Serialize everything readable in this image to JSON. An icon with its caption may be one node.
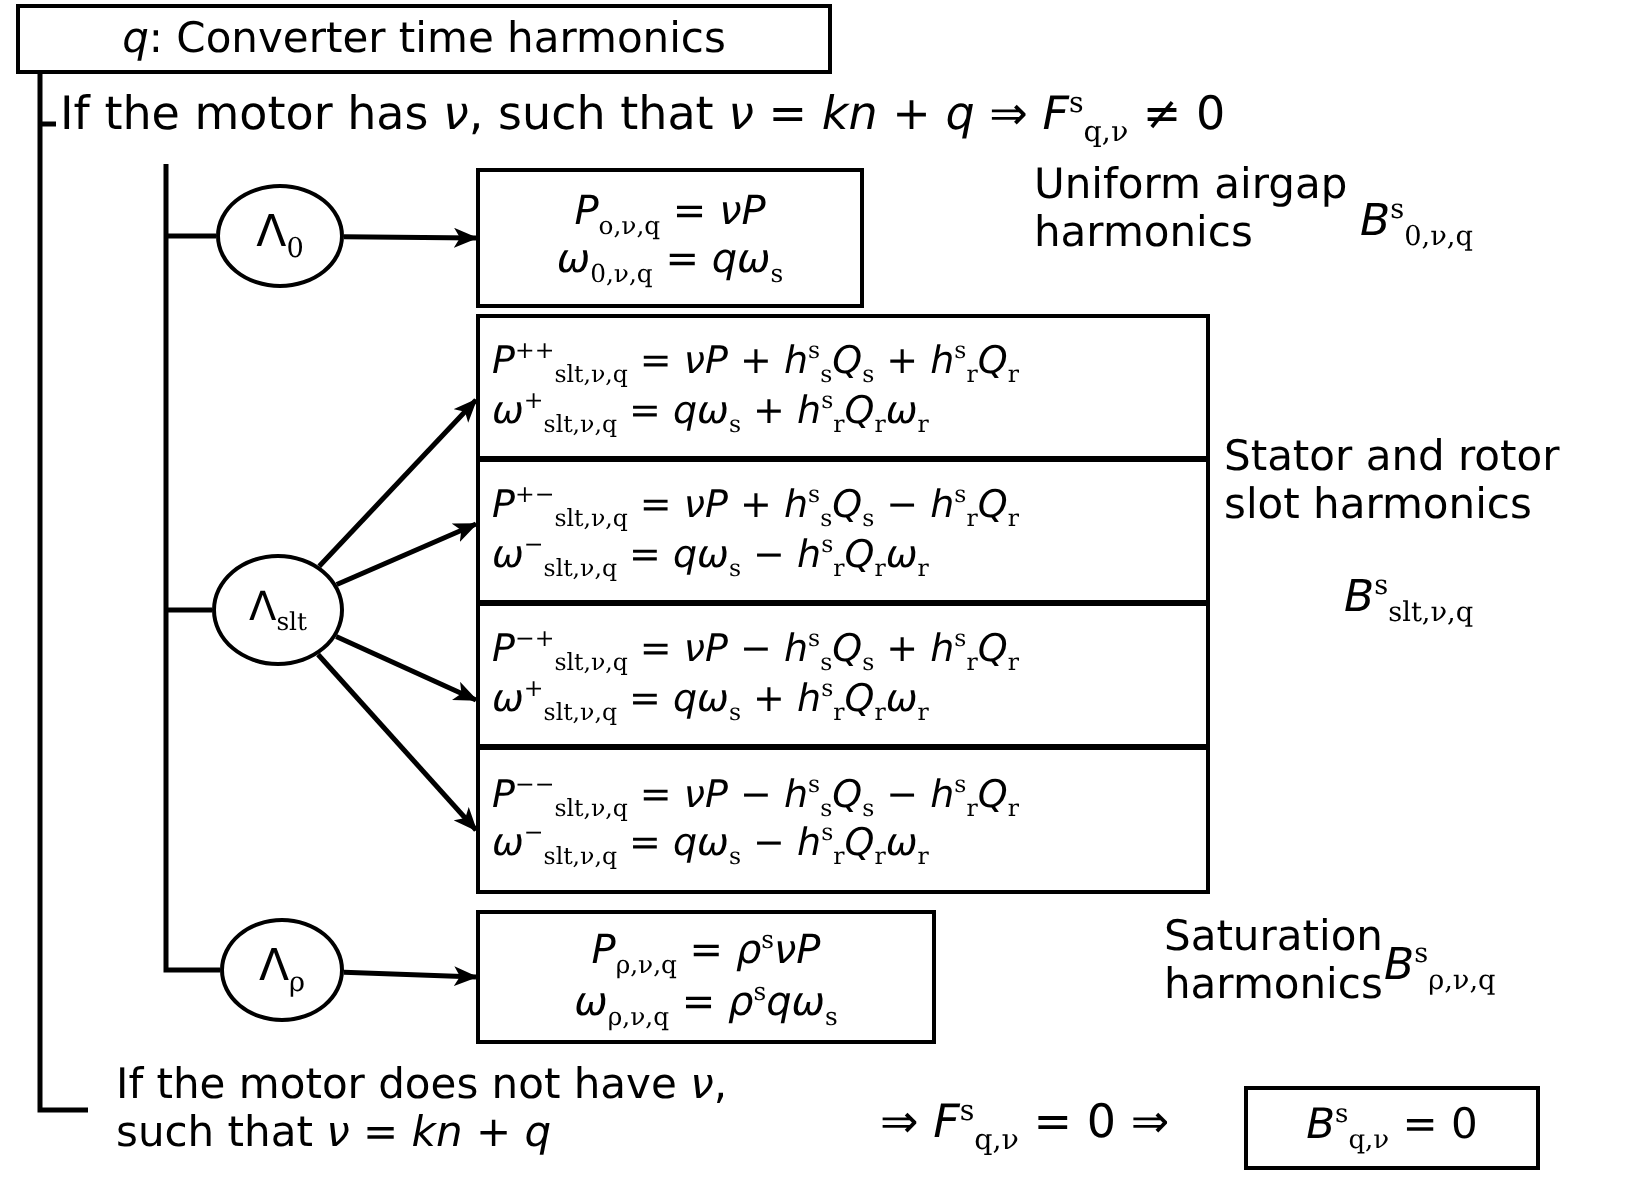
{
  "diagram": {
    "nodes": [
      {
        "text": [
          "*q*: Converter time harmonics"
        ]
      },
      {
        "text": [
          "Λ$_{0}$"
        ]
      },
      {
        "text": [
          "*P*$_{o,ν,q}$ = *νP*",
          "*ω*$_{0,ν,q}$ = *qω*$_{s}$"
        ]
      },
      {
        "text": [
          "Λ$_{slt}$"
        ]
      },
      {
        "text": [
          "*P*$^{++}$$_{slt,ν,q}$ = *νP* + *h*$^{s}$$_{s}$*Q*$_{s}$ + *h*$^{s}$$_{r}$*Q*$_{r}$",
          "*ω*$^{+}$$_{slt,ν,q}$ = *qω*$_{s}$ + *h*$^{s}$$_{r}$*Q*$_{r}$*ω*$_{r}$"
        ]
      },
      {
        "text": [
          "*P*$^{+−}$$_{slt,ν,q}$ = *νP* + *h*$^{s}$$_{s}$*Q*$_{s}$ − *h*$^{s}$$_{r}$*Q*$_{r}$",
          "*ω*$^{−}$$_{slt,ν,q}$ = *qω*$_{s}$ − *h*$^{s}$$_{r}$*Q*$_{r}$*ω*$_{r}$"
        ]
      },
      {
        "text": [
          "*P*$^{−+}$$_{slt,ν,q}$ = *νP* − *h*$^{s}$$_{s}$*Q*$_{s}$ + *h*$^{s}$$_{r}$*Q*$_{r}$",
          "*ω*$^{+}$$_{slt,ν,q}$ = *qω*$_{s}$ + *h*$^{s}$$_{r}$*Q*$_{r}$*ω*$_{r}$"
        ]
      },
      {
        "text": [
          "*P*$^{−−}$$_{slt,ν,q}$ = *νP* − *h*$^{s}$$_{s}$*Q*$_{s}$ − *h*$^{s}$$_{r}$*Q*$_{r}$",
          "*ω*$^{−}$$_{slt,ν,q}$ = *qω*$_{s}$ − *h*$^{s}$$_{r}$*Q*$_{r}$*ω*$_{r}$"
        ]
      },
      {
        "text": [
          "Λ$_{ρ}$"
        ]
      },
      {
        "text": [
          "*P*$_{ρ,ν,q}$ = *ρ*$^{s}$*νP*",
          "*ω*$_{ρ,ν,q}$ = *ρ*$^{s}$*qω*$_{s}$"
        ]
      },
      {
        "text": [
          "*B*$^{s}$$_{q,ν}$ = 0"
        ]
      }
    ],
    "edges": [
      {
        "from": 1,
        "to": 2,
        "arrow": "to"
      },
      {
        "from": 3,
        "to": 4,
        "arrow": "to"
      },
      {
        "from": 3,
        "to": 5,
        "arrow": "to"
      },
      {
        "from": 3,
        "to": 6,
        "arrow": "to"
      },
      {
        "from": 3,
        "to": 7,
        "arrow": "to"
      },
      {
        "from": 8,
        "to": 9,
        "arrow": "to"
      }
    ],
    "labels": [
      "If the motor has *ν*, such that *ν* = *kn* + *q* ⇒ *F*$^{s}$$_{q,ν}$ ≠ 0",
      "Uniform airgap harmonics",
      "*B*$^{s}$$_{0,ν,q}$",
      "Stator and rotor slot harmonics",
      "*B*$^{s}$$_{slt,ν,q}$",
      "Saturation harmonics",
      "*B*$^{s}$$_{ρ,ν,q}$",
      "If the motor does not have *ν*, such that *ν* = *kn* + *q*",
      "⇒ *F*$^{s}$$_{q,ν}$ = 0 ⇒"
    ]
  }
}
